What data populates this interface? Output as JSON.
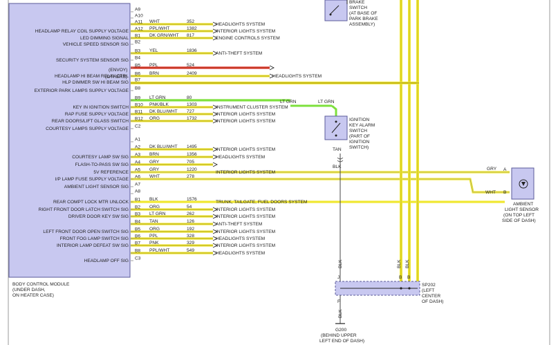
{
  "bcm": {
    "label_lines": [
      "BODY CONTROL MODULE",
      "(UNDER DASH,",
      "ON HEATER CASE)"
    ],
    "signals": [
      "HEADLAMP RELAY COIL SUPPLY VOLTAGE",
      "LED DIMMING SIGNAL",
      "VEHICLE SPEED SENSOR SIG",
      "SECURITY SYSTEM SENSOR SIG",
      "HEADLAMP HI BEAM RELAY CTRL",
      "HLP DIMMER SW HI BEAM SIG",
      "EXTERIOR PARK LAMPS SUPPLY VOLTAGE",
      "KEY IN IGNITION SWITCH",
      "RAP FUSE SUPPLY VOLTAGE",
      "REAR DOORS/LIFT GLASS SWITCH",
      "COURTESY LAMPS SUPPLY VOLTAGE",
      "COURTESY LAMP SW SIG",
      "FLASH-TO-PASS SW SIG",
      "5V REFERENCE",
      "I/P LAMP FUSE SUPPLY VOLTAGE",
      "AMBIENT LIGHT SENSOR SIG",
      "REAR COMPT LOCK MTR UNLOCK",
      "RIGHT FRONT DOOR LATCH SWITCH SIG",
      "DRIVER DOOR KEY SW SIG",
      "LEFT FRONT DOOR OPEN SWITCH SIG",
      "FRONT FOG LAMP SWITCH SIG",
      "INTERIOR LAMP DEFEAT SW SIG",
      "HEADLAMP OFF SIG"
    ],
    "envoy_note": "(ENVOY)",
    "others_note": "(OTHERS)"
  },
  "pins": [
    "A9",
    "A10",
    "A11",
    "A12",
    "B1",
    "B2",
    "B3",
    "B4",
    "B5",
    "B6",
    "B7",
    "B8",
    "B9",
    "B10",
    "B11",
    "B12",
    "C2",
    "A1",
    "A2",
    "A3",
    "A4",
    "A5",
    "A6",
    "A7",
    "A8",
    "B1",
    "B2",
    "B3",
    "B4",
    "B5",
    "B6",
    "B7",
    "B8",
    "C3"
  ],
  "wires": [
    {
      "color": "WHT",
      "circuit": "352",
      "dest": "HEADLIGHTS SYSTEM"
    },
    {
      "color": "PPL/WHT",
      "circuit": "1382",
      "dest": "INTERIOR LIGHTS SYSTEM"
    },
    {
      "color": "DK GRN/WHT",
      "circuit": "817",
      "dest": "ENGINE CONTROLS SYSTEM"
    },
    {
      "color": "YEL",
      "circuit": "1836",
      "dest": "ANTI-THEFT SYSTEM"
    },
    {
      "color": "PPL",
      "circuit": "524",
      "dest": ""
    },
    {
      "color": "BRN",
      "circuit": "2409",
      "dest": "HEADLIGHTS SYSTEM"
    },
    {
      "color": "LT GRN",
      "circuit": "80",
      "dest": ""
    },
    {
      "color": "PNK/BLK",
      "circuit": "1303",
      "dest": "INSTRUMENT CLUSTER SYSTEM"
    },
    {
      "color": "DK BLU/WHT",
      "circuit": "727",
      "dest": "INTERIOR LIGHTS SYSTEM"
    },
    {
      "color": "ORG",
      "circuit": "1732",
      "dest": "INTERIOR LIGHTS SYSTEM"
    },
    {
      "color": "DK BLU/WHT",
      "circuit": "1495",
      "dest": "INTERIOR LIGHTS SYSTEM"
    },
    {
      "color": "BRN",
      "circuit": "1356",
      "dest": "HEADLIGHTS SYSTEM"
    },
    {
      "color": "GRY",
      "circuit": "705",
      "dest": ""
    },
    {
      "color": "GRY",
      "circuit": "1220",
      "dest": "INTERIOR LIGHTS SYSTEM"
    },
    {
      "color": "WHT",
      "circuit": "278",
      "dest": ""
    },
    {
      "color": "BLK",
      "circuit": "1576",
      "dest": "TRUNK, TAILGATE, FUEL DOORS SYSTEM"
    },
    {
      "color": "ORG",
      "circuit": "54",
      "dest": "INTERIOR LIGHTS SYSTEM"
    },
    {
      "color": "LT GRN",
      "circuit": "262",
      "dest": "INTERIOR LIGHTS SYSTEM"
    },
    {
      "color": "TAN",
      "circuit": "126",
      "dest": "ANTI-THEFT SYSTEM"
    },
    {
      "color": "ORG",
      "circuit": "192",
      "dest": "INTERIOR LIGHTS SYSTEM"
    },
    {
      "color": "PPL",
      "circuit": "328",
      "dest": "HEADLIGHTS SYSTEM"
    },
    {
      "color": "PNK",
      "circuit": "329",
      "dest": "INTERIOR LIGHTS SYSTEM"
    },
    {
      "color": "PPL/WHT",
      "circuit": "549",
      "dest": "HEADLIGHTS SYSTEM"
    }
  ],
  "ignition_switch": {
    "lines": [
      "IGNITION",
      "KEY ALARM",
      "SWITCH",
      "(PART OF",
      "IGNITION",
      "SWITCH)"
    ],
    "out_color": "TAN",
    "ground_color": "BLK",
    "upper_color": "LT GRN"
  },
  "brake_switch": {
    "lines": [
      "BRAKE",
      "SWITCH",
      "(AT BASE OF",
      "PARK BRAKE",
      "ASSEMBLY)"
    ]
  },
  "ambient_sensor": {
    "lines": [
      "AMBIENT",
      "LIGHT SENSOR",
      "(ON TOP LEFT",
      "SIDE OF DASH)"
    ],
    "pin_a": "A",
    "pin_b": "B",
    "wire_a": "GRY",
    "wire_b": "WHT"
  },
  "splice": {
    "lines": [
      "SP202",
      "(LEFT",
      "CENTER",
      "OF DASH)"
    ],
    "pins": [
      "J",
      "B",
      "B",
      "F"
    ],
    "wire_colors": [
      "BLK",
      "BLK",
      "BLK",
      "BLK"
    ]
  },
  "ground": {
    "lines": [
      "G200",
      "(BEHIND UPPER",
      "LEFT END OF DASH)"
    ]
  },
  "colors": {
    "module_fill": "#c8c8f0",
    "module_stroke": "#5a5a9a",
    "wire_yellow": "#f0e832",
    "wire_green": "#7ee03c",
    "wire_red": "#e02a2a",
    "ink": "#222222",
    "gray_line": "#8a8a8a"
  }
}
